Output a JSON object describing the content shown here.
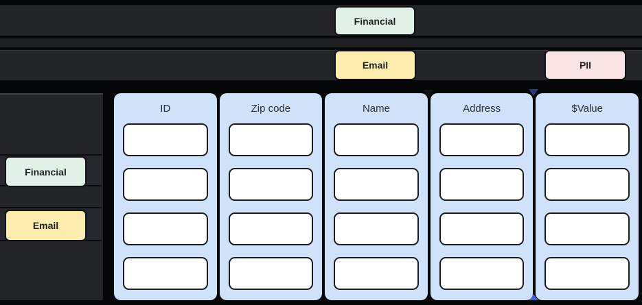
{
  "top_lanes": {
    "financial_tag": "Financial",
    "email_tag": "Email",
    "pii_tag": "PII"
  },
  "left_panel": {
    "financial_tag": "Financial",
    "email_tag": "Email"
  },
  "table": {
    "columns": [
      {
        "label": "ID",
        "cells": [
          "",
          "",
          "",
          ""
        ]
      },
      {
        "label": "Zip code",
        "cells": [
          "",
          "",
          "",
          ""
        ]
      },
      {
        "label": "Name",
        "cells": [
          "",
          "",
          "",
          ""
        ]
      },
      {
        "label": "Address",
        "cells": [
          "",
          "",
          "",
          ""
        ]
      },
      {
        "label": "$Value",
        "cells": [
          "",
          "",
          "",
          ""
        ]
      }
    ]
  },
  "colors": {
    "financial_tag_bg": "#e1f1e8",
    "email_tag_bg": "#fcecae",
    "pii_tag_bg": "#f9e3e5",
    "column_bg": "#cfe2fa",
    "lane_bg": "#242528",
    "canvas_bg": "#060708",
    "cell_bg": "#ffffff",
    "connector_accent": "#4263d0"
  }
}
